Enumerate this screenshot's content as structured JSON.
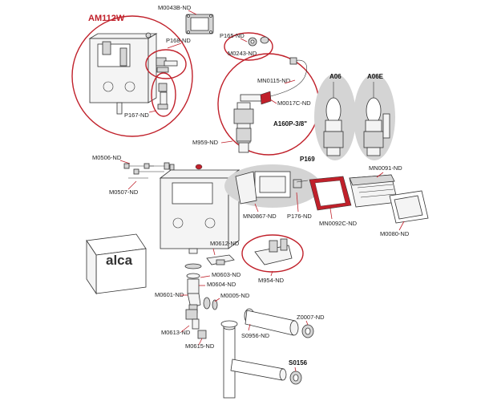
{
  "title": "AM112W",
  "brand": "alca",
  "labels": {
    "M0043B": "M0043B-ND",
    "P168": "P168-ND",
    "P167": "P167-ND",
    "P165": "P165-ND",
    "M0243": "M0243-ND",
    "MN0115": "MN0115-ND",
    "M0017C": "M0017C-ND",
    "A160P": "A160P-3/8\"",
    "M959": "M959-ND",
    "A06": "A06",
    "A06E": "A06E",
    "M0506": "M0506-ND",
    "M0507": "M0507-ND",
    "P169": "P169",
    "MN0091": "MN0091-ND",
    "MN0867": "MN0867-ND",
    "P176": "P176-ND",
    "MN0092C": "MN0092C-ND",
    "M0080": "M0080-ND",
    "M0612": "M0612-ND",
    "M954": "M954-ND",
    "M0603": "M0603-ND",
    "M0604": "M0604-ND",
    "M0601": "M0601-ND",
    "M0005": "M0005-ND",
    "M0613": "M0613-ND",
    "M0615": "M0615-ND",
    "S0956": "S0956-ND",
    "Z0007": "Z0007-ND",
    "S0156": "S0156"
  },
  "colors": {
    "accent": "#c0202a",
    "line": "#333333",
    "blob": "#d4d4d4"
  }
}
